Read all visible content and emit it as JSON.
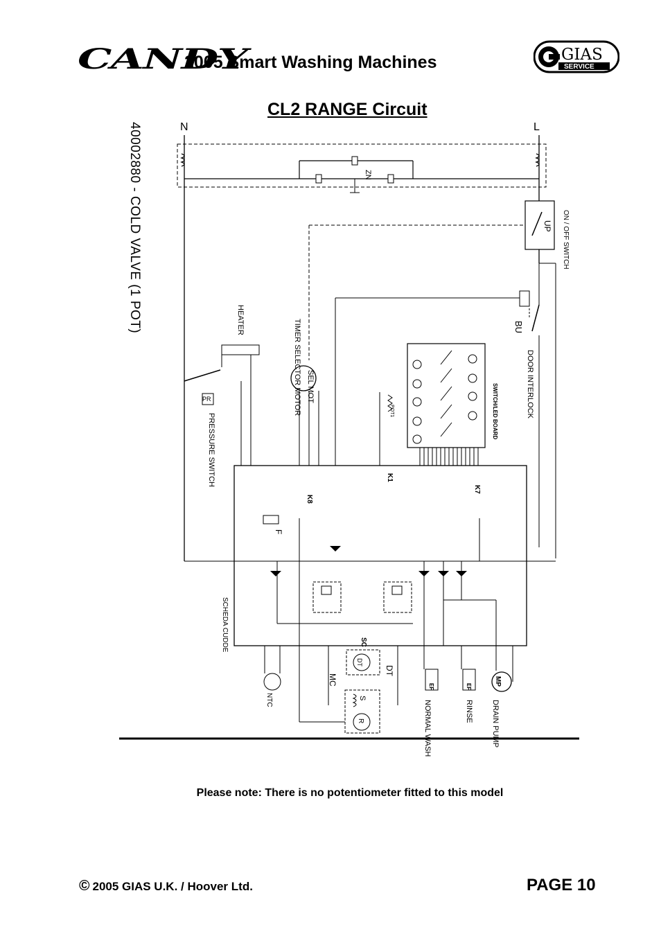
{
  "header": {
    "brand": "CANDY",
    "title": "2005 Smart Washing Machines",
    "logo_text": "GIAS",
    "logo_subtext": "SERVICE"
  },
  "subtitle": "CL2 RANGE Circuit",
  "side_code": "40002880 - COLD VALVE (1 POT)",
  "diagram_labels": {
    "N": "N",
    "L": "L",
    "filter": "ZN",
    "on_off_switch": "ON / OFF SWITCH",
    "up": "UP",
    "door_interlock": "DOOR INTERLOCK",
    "bu": "BU",
    "timer_motor": "TIMER SELECTOR MOTOR",
    "sel_mot": "SEL MOT",
    "heater": "HEATER",
    "pressure_switch": "PRESSURE SWITCH",
    "pr": "PR",
    "switch_board": "SWITCH/LED BOARD",
    "pot": "POT1",
    "board": "SCHEDA CUDDE",
    "k1": "K1",
    "k7": "K7",
    "k8": "K8",
    "f": "F",
    "sc": "SC",
    "dt": "DT",
    "mc": "MC",
    "ntc": "NTC",
    "ef": "EF",
    "mp": "MP",
    "normal_wash": "NORMAL WASH",
    "rinse": "RINSE",
    "drain_pump": "DRAIN PUMP",
    "r": "R",
    "s": "S"
  },
  "note": "Please note: There is no potentiometer fitted to this model",
  "footer": {
    "copyright_symbol": "©",
    "copyright": "2005 GIAS U.K. / Hoover Ltd.",
    "page": "PAGE  10"
  }
}
